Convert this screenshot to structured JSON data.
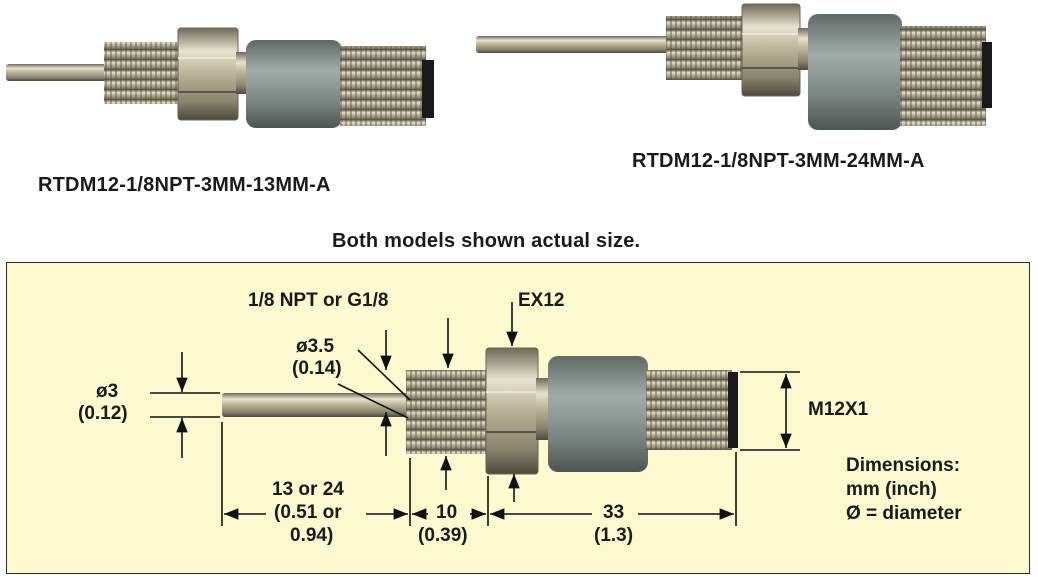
{
  "photos": {
    "left_caption": "RTDM12-1/8NPT-3MM-13MM-A",
    "right_caption": "RTDM12-1/8NPT-3MM-24MM-A"
  },
  "note": "Both models shown actual size.",
  "diagram": {
    "thread_label": "1/8 NPT or G1/8",
    "hex_label": "EX12",
    "step_dia": {
      "mm": "ø3.5",
      "inch": "(0.14)"
    },
    "probe_dia": {
      "mm": "ø3",
      "inch": "(0.12)"
    },
    "connector": "M12X1",
    "probe_length": {
      "l1": "13 or 24",
      "l2": "(0.51 or",
      "l3": "0.94)"
    },
    "thread_length": {
      "mm": "10",
      "inch": "(0.39)"
    },
    "body_length": {
      "mm": "33",
      "inch": "(1.3)"
    },
    "legend": {
      "l1": "Dimensions:",
      "l2": "mm (inch)",
      "l3": "Ø = diameter"
    }
  },
  "colors": {
    "panel_bg": "#fbf9cd",
    "metal": "#c9c2a4",
    "grip": "#7f8a86"
  }
}
